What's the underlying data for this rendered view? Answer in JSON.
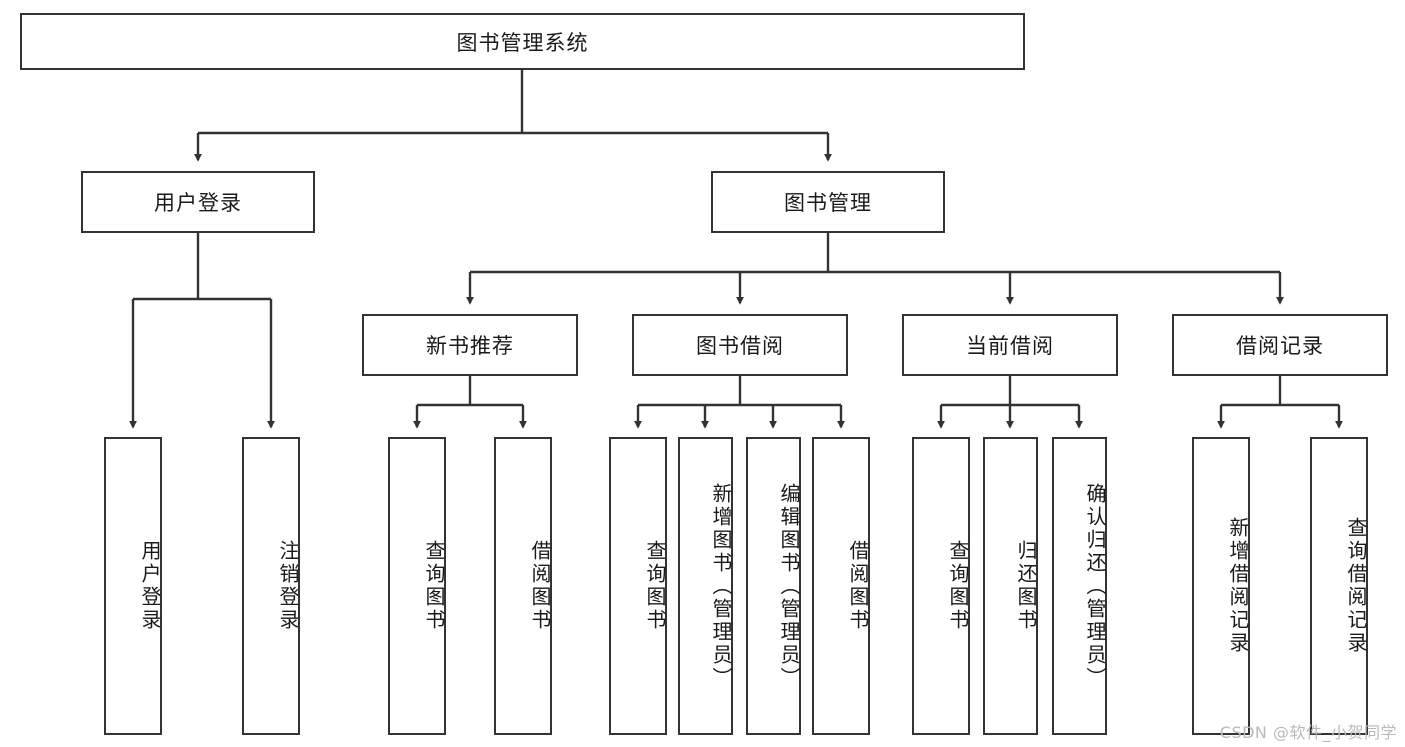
{
  "diagram": {
    "type": "hierarchy-tree",
    "title": "图书管理系统",
    "watermark": "CSDN @软件_小贺同学",
    "colors": {
      "stroke": "#333333",
      "fill": "#ffffff",
      "text": "#1a1a1a",
      "watermark": "#b9b9b9"
    },
    "nodes": {
      "root": {
        "label": "图书管理系统",
        "level": 0,
        "orientation": "horizontal"
      },
      "l1": [
        {
          "id": "user-login",
          "label": "用户登录",
          "level": 1,
          "orientation": "horizontal"
        },
        {
          "id": "book-management",
          "label": "图书管理",
          "level": 1,
          "orientation": "horizontal"
        }
      ],
      "l2": [
        {
          "id": "new-book-recommend",
          "label": "新书推荐",
          "level": 2,
          "orientation": "horizontal",
          "parent": "book-management"
        },
        {
          "id": "book-borrow",
          "label": "图书借阅",
          "level": 2,
          "orientation": "horizontal",
          "parent": "book-management"
        },
        {
          "id": "current-borrow",
          "label": "当前借阅",
          "level": 2,
          "orientation": "horizontal",
          "parent": "book-management"
        },
        {
          "id": "borrow-records",
          "label": "借阅记录",
          "level": 2,
          "orientation": "horizontal",
          "parent": "book-management"
        }
      ],
      "leaves": [
        {
          "id": "leaf-user-login",
          "label": "用户登录",
          "parent": "user-login",
          "orientation": "vertical"
        },
        {
          "id": "leaf-logout-login",
          "label": "注销登录",
          "parent": "user-login",
          "orientation": "vertical"
        },
        {
          "id": "leaf-query-book-1",
          "label": "查询图书",
          "parent": "new-book-recommend",
          "orientation": "vertical"
        },
        {
          "id": "leaf-borrow-book-1",
          "label": "借阅图书",
          "parent": "new-book-recommend",
          "orientation": "vertical"
        },
        {
          "id": "leaf-query-book-2",
          "label": "查询图书",
          "parent": "book-borrow",
          "orientation": "vertical"
        },
        {
          "id": "leaf-add-book-admin",
          "label": "新增图书（管理员）",
          "parent": "book-borrow",
          "orientation": "vertical"
        },
        {
          "id": "leaf-edit-book-admin",
          "label": "编辑图书（管理员）",
          "parent": "book-borrow",
          "orientation": "vertical"
        },
        {
          "id": "leaf-borrow-book-2",
          "label": "借阅图书",
          "parent": "book-borrow",
          "orientation": "vertical"
        },
        {
          "id": "leaf-query-book-3",
          "label": "查询图书",
          "parent": "current-borrow",
          "orientation": "vertical"
        },
        {
          "id": "leaf-return-book",
          "label": "归还图书",
          "parent": "current-borrow",
          "orientation": "vertical"
        },
        {
          "id": "leaf-confirm-return-admin",
          "label": "确认归还（管理员）",
          "parent": "current-borrow",
          "orientation": "vertical"
        },
        {
          "id": "leaf-add-borrow-record",
          "label": "新增借阅记录",
          "parent": "borrow-records",
          "orientation": "vertical"
        },
        {
          "id": "leaf-query-borrow-record",
          "label": "查询借阅记录",
          "parent": "borrow-records",
          "orientation": "vertical"
        }
      ]
    }
  }
}
